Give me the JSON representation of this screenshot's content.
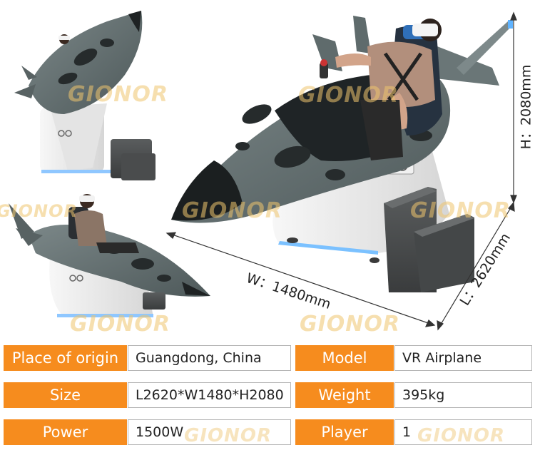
{
  "dimensions": {
    "height_label": "H：2080mm",
    "width_label": "W：1480mm",
    "length_label": "L：2620mm"
  },
  "watermark": {
    "brand": "GIONOR"
  },
  "specs": {
    "rows": [
      {
        "left": {
          "label": "Place of origin",
          "value": "Guangdong, China"
        },
        "right": {
          "label": "Model",
          "value": "VR Airplane"
        }
      },
      {
        "left": {
          "label": "Size",
          "value": "L2620*W1480*H2080"
        },
        "right": {
          "label": "Weight",
          "value": "395kg"
        }
      },
      {
        "left": {
          "label": "Power",
          "value": "1500W"
        },
        "right": {
          "label": "Player",
          "value": "1"
        }
      }
    ]
  },
  "colors": {
    "label_bg": "#f68c1e",
    "label_text": "#ffffff",
    "fuselage": "#5f6b6c",
    "camo": "#262b2c",
    "base": "#ececec",
    "accent_light": "#5fb3ff"
  }
}
